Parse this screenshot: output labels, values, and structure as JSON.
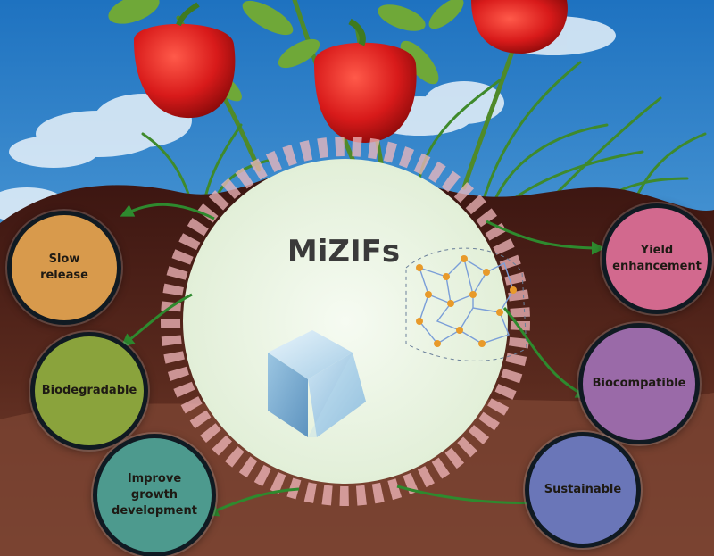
{
  "center": {
    "title": "MiZIFs"
  },
  "benefits": [
    {
      "label": "Slow release",
      "color": "#d89a4c"
    },
    {
      "label": "Biodegradable",
      "color": "#8aa33c"
    },
    {
      "label": "Improve growth development",
      "color": "#4d9a8e"
    },
    {
      "label": "Yield enhancement",
      "color": "#d2698e"
    },
    {
      "label": "Biocompatible",
      "color": "#9a6aa8"
    },
    {
      "label": "Sustainable",
      "color": "#6a76b8"
    }
  ],
  "colors": {
    "sky": "#3a8fd0",
    "soil_top": "#3a1410",
    "soil_bottom": "#7a4432",
    "arrow": "#2e8a2e",
    "pepper": "#d81a1a",
    "center_fill": "#eef6e6",
    "center_ring": "#f2b8bc"
  }
}
